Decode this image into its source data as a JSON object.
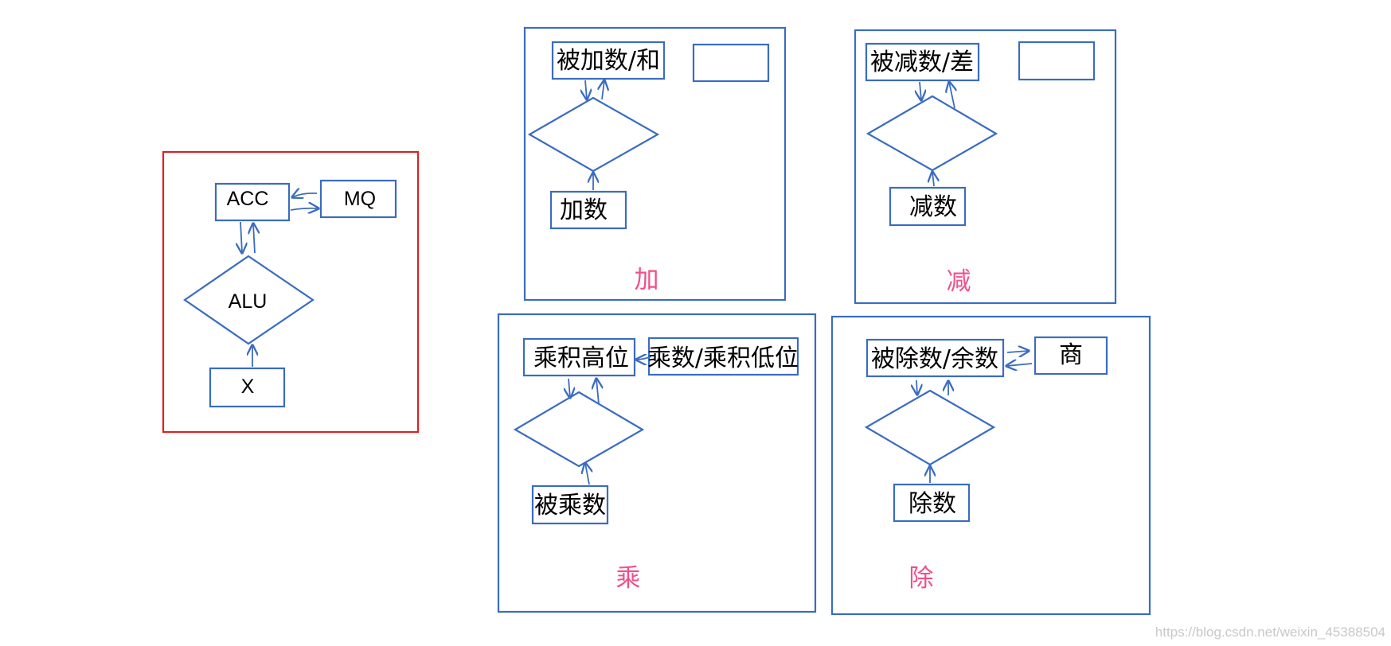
{
  "colors": {
    "stroke": "#3a6cc0",
    "frame": "#e02020",
    "label": "#f0508c"
  },
  "main_panel": {
    "acc": "ACC",
    "mq": "MQ",
    "alu": "ALU",
    "x": "X"
  },
  "add_panel": {
    "top_left": "被加数/和",
    "bottom": "加数",
    "label": "加"
  },
  "sub_panel": {
    "top_left": "被减数/差",
    "bottom": "减数",
    "label": "减"
  },
  "mul_panel": {
    "top_left": "乘积高位",
    "top_right": "乘数/乘积低位",
    "bottom": "被乘数",
    "label": "乘"
  },
  "div_panel": {
    "top_left": "被除数/余数",
    "top_right": "商",
    "bottom": "除数",
    "label": "除"
  },
  "watermark": "https://blog.csdn.net/weixin_45388504"
}
